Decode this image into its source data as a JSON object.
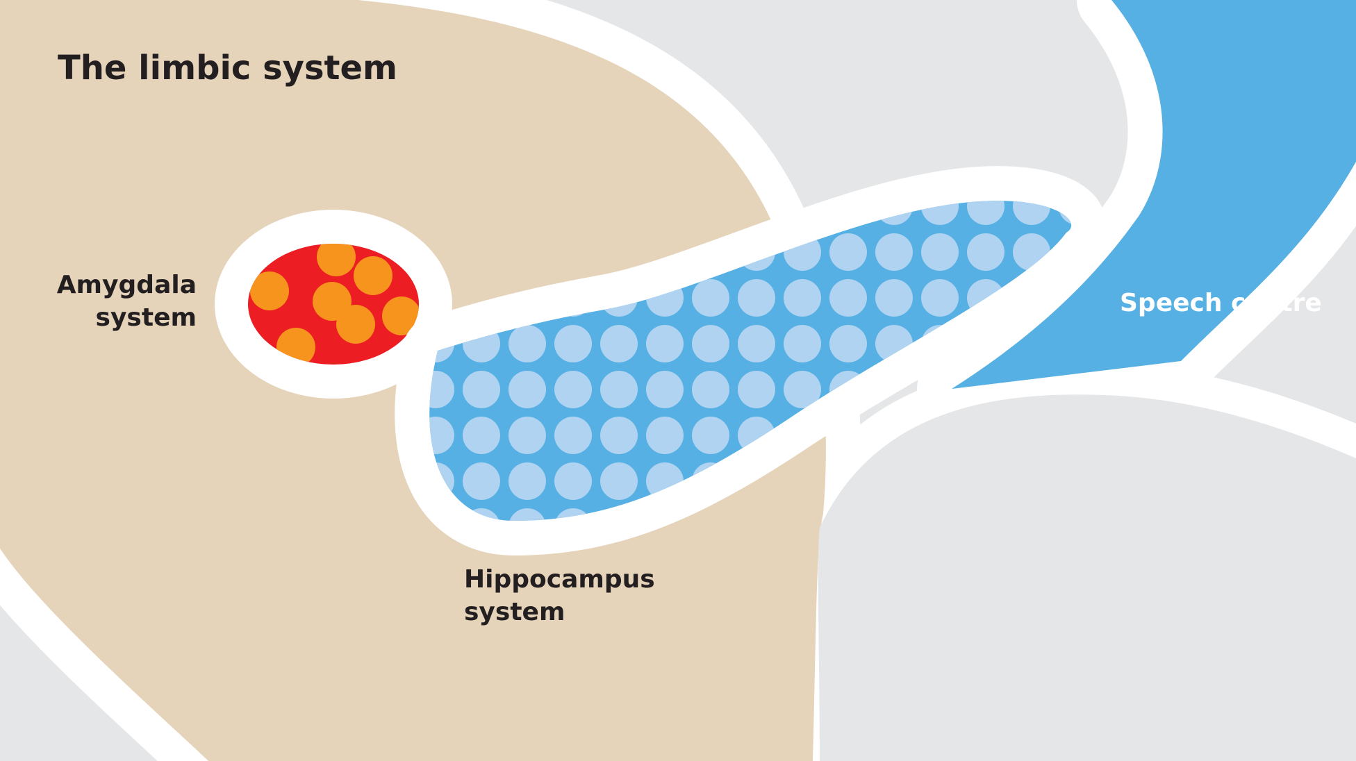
{
  "title": "The limbic system",
  "regions": {
    "amygdala": {
      "line1": "Amygdala",
      "line2": "system"
    },
    "hippocampus": {
      "line1": "Hippocampus",
      "line2": "system"
    },
    "speech": {
      "label": "Speech centre"
    }
  },
  "colors": {
    "background_grey": "#e5e6e8",
    "brain_tan": "#e5d3ba",
    "outline_white": "#ffffff",
    "speech_blue": "#56b0e3",
    "hippocampus_blue": "#56b0e3",
    "hippocampus_dots": "#afd3f0",
    "amygdala_red": "#ec1e24",
    "amygdala_dots": "#f7941d",
    "text_dark": "#231f20",
    "text_light": "#ffffff"
  }
}
